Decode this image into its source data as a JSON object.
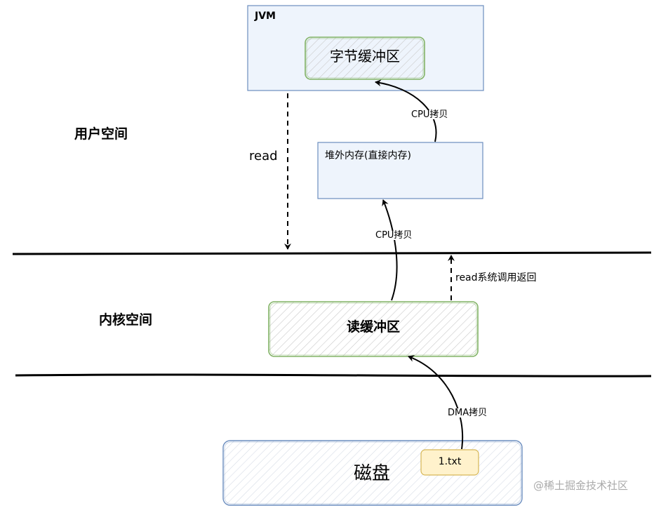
{
  "jvm": {
    "title": "JVM",
    "byte_buffer": "字节缓冲区"
  },
  "user_space": "用户空间",
  "kernel_space": "内核空间",
  "offheap": "堆外内存(直接内存)",
  "read_buffer": "读缓冲区",
  "disk": {
    "label": "磁盘",
    "file": "1.txt"
  },
  "arrows": {
    "read": "read",
    "cpu_copy_top": "CPU拷贝",
    "cpu_copy_mid": "CPU拷贝",
    "read_return": "read系统调用返回",
    "dma_copy": "DMA拷贝"
  },
  "watermark": "@稀土掘金技术社区",
  "colors": {
    "box_stroke": "#6c8ebf",
    "box_fill": "#eef4fc",
    "green_stroke": "#82b366",
    "file_fill": "#fff2cc",
    "file_stroke": "#d6b656"
  }
}
